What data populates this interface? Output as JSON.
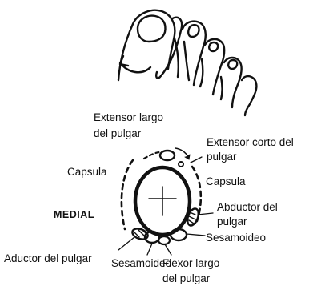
{
  "labels": {
    "extensor_largo_line1": "Extensor largo",
    "extensor_largo_line2": "del pulgar",
    "extensor_corto_line1": "Extensor corto del",
    "extensor_corto_line2": "pulgar",
    "capsula_left": "Capsula",
    "capsula_right": "Capsula",
    "medial": "MEDIAL",
    "abductor_line1": "Abductor del",
    "abductor_line2": "pulgar",
    "sesamoideo_right": "Sesamoideo",
    "aductor": "Aductor del pulgar",
    "sesamoideo_bottom": "Sesamoideo",
    "flexor_line1": "Flexor largo",
    "flexor_line2": "del pulgar"
  },
  "colors": {
    "ink": "#111111",
    "background": "#ffffff"
  }
}
